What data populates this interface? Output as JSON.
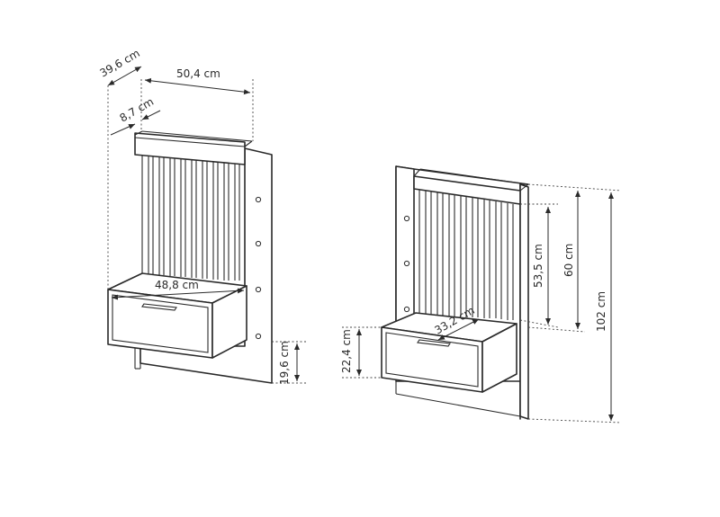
{
  "left_view": {
    "depth_label": "39,6 cm",
    "width_label": "50,4 cm",
    "shelf_depth_label": "8,7 cm",
    "drawer_width_label": "48,8 cm",
    "floor_gap_label": "19,6 cm"
  },
  "right_view": {
    "slat_height_label": "53,5 cm",
    "panel_height_label": "60 cm",
    "total_height_label": "102 cm",
    "drawer_height_label": "22,4 cm",
    "drawer_depth_label": "33,2 cm"
  }
}
